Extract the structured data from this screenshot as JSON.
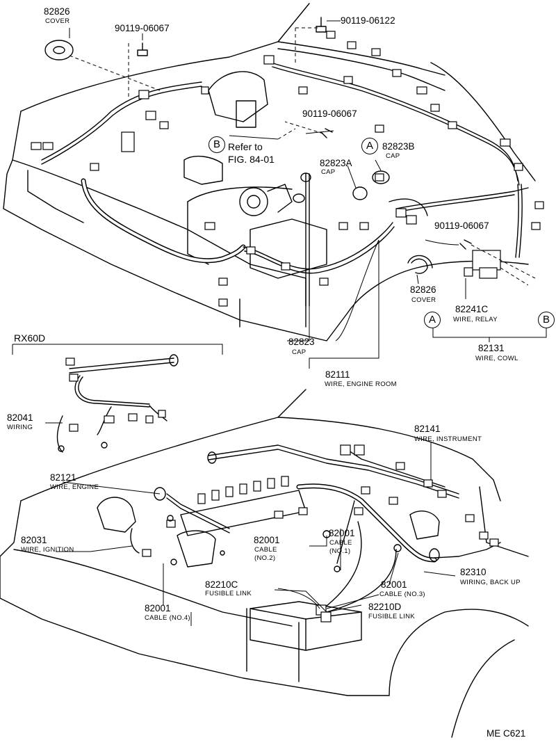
{
  "labels": {
    "cover_top": {
      "part": "82826",
      "desc": "COVER"
    },
    "bolt_a": {
      "part": "90119-06067"
    },
    "bolt_b": {
      "part": "90119-06122"
    },
    "bolt_c": {
      "part": "90119-06067"
    },
    "refer": {
      "marker": "B",
      "line1": "Refer to",
      "line2": "FIG. 84-01"
    },
    "cap_b": {
      "marker": "A",
      "part": "82823B",
      "desc": "CAP"
    },
    "cap_a": {
      "part": "82823A",
      "desc": "CAP"
    },
    "bolt_d": {
      "part": "90119-06067"
    },
    "cover_mid": {
      "part": "82826",
      "desc": "COVER"
    },
    "relay": {
      "part": "82241C",
      "desc": "WIRE, RELAY"
    },
    "cowl": {
      "marker_a": "A",
      "marker_b": "B",
      "part": "82131",
      "desc": "WIRE, COWL"
    },
    "cap": {
      "part": "82823",
      "desc": "CAP"
    },
    "engine_room": {
      "part": "82111",
      "desc": "WIRE, ENGINE ROOM"
    },
    "variant": "RX60D",
    "wiring": {
      "part": "82041",
      "desc": "WIRING"
    },
    "instrument": {
      "part": "82141",
      "desc": "WIRE, INSTRUMENT"
    },
    "engine": {
      "part": "82121",
      "desc": "WIRE, ENGINE"
    },
    "ignition": {
      "part": "82031",
      "desc": "WIRE, IGNITION"
    },
    "cable2": {
      "part": "82001",
      "desc1": "CABLE",
      "desc2": "(NO.2)"
    },
    "cable1": {
      "part": "82001",
      "desc1": "CABLE",
      "desc2": "(NO.1)"
    },
    "backup": {
      "part": "82310",
      "desc": "WIRING, BACK UP"
    },
    "fusible_c": {
      "part": "82210C",
      "desc": "FUSIBLE  LINK"
    },
    "cable3": {
      "part": "82001",
      "desc": "CABLE (NO.3)"
    },
    "fusible_d": {
      "part": "82210D",
      "desc": "FUSIBLE  LINK"
    },
    "cable4": {
      "part": "82001",
      "desc": "CABLE (NO.4)"
    },
    "figure_code": "ME  C621"
  }
}
